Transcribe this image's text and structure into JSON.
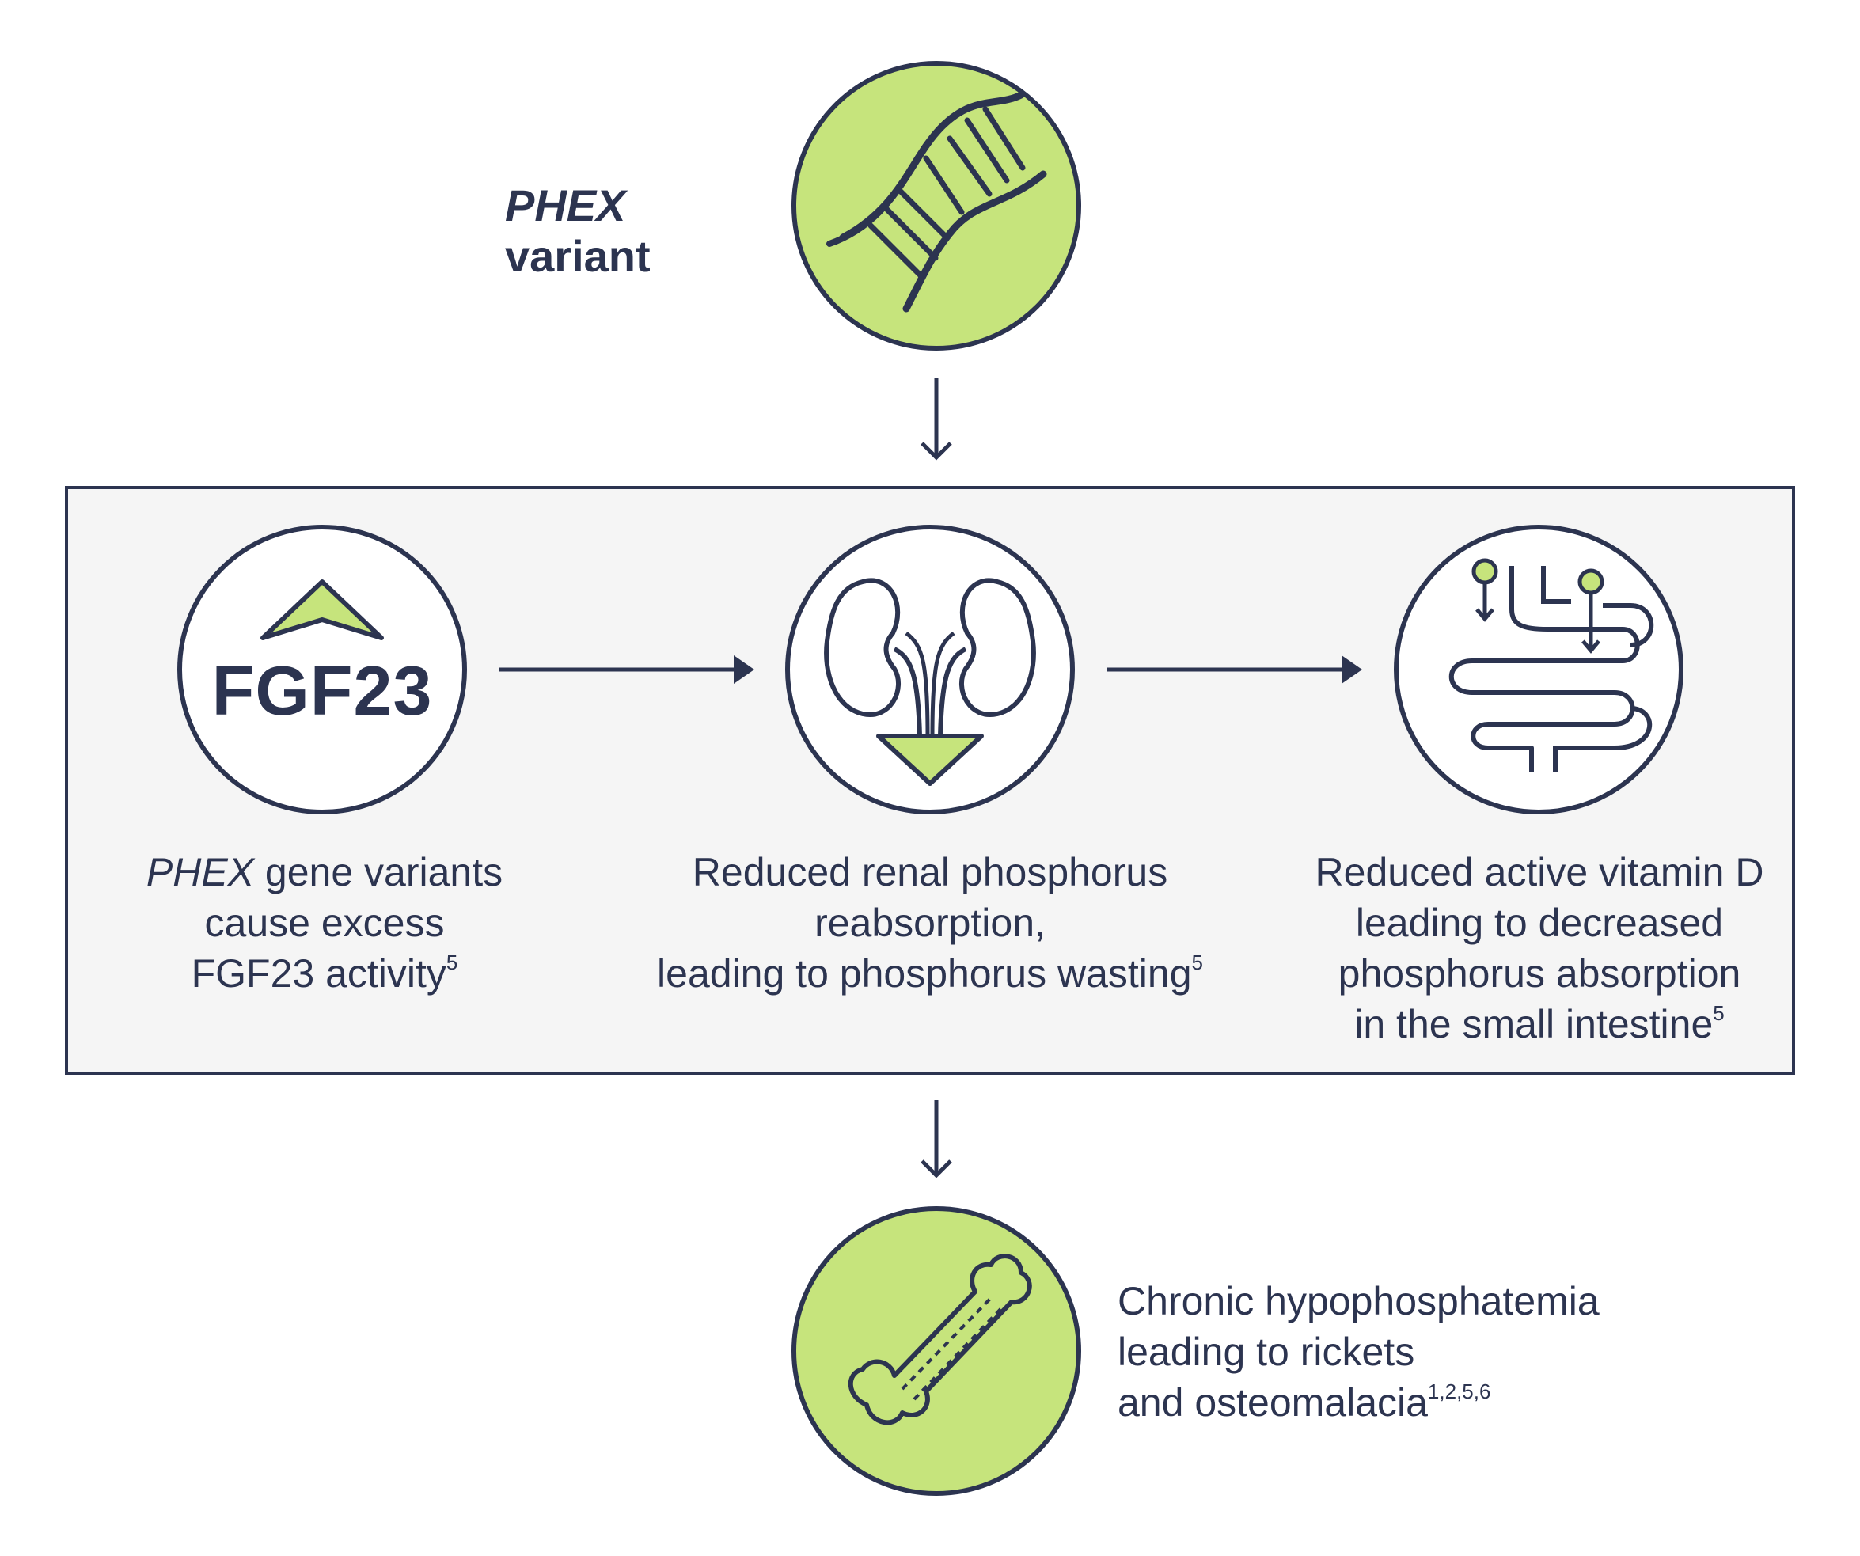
{
  "colors": {
    "navy": "#2c3450",
    "green": "#c6e47c",
    "panel": "#f5f5f5"
  },
  "top": {
    "gene_italic": "PHEX",
    "gene_rest": " variant",
    "icon": "dna-icon"
  },
  "panel": {
    "steps": [
      {
        "icon": "fgf23-up-icon",
        "icon_text": "FGF23",
        "line1_italic": "PHEX",
        "line1_rest": " gene variants",
        "line2": "cause excess",
        "line3": "FGF23 activity",
        "ref": "5"
      },
      {
        "icon": "kidneys-icon",
        "line1": "Reduced renal phosphorus reabsorption,",
        "line2": "leading to phosphorus wasting",
        "ref": "5"
      },
      {
        "icon": "intestine-icon",
        "line1": "Reduced active vitamin D",
        "line2": "leading to decreased",
        "line3": "phosphorus absorption",
        "line4": "in the small intestine",
        "ref": "5"
      }
    ]
  },
  "bottom": {
    "icon": "bone-icon",
    "line1": "Chronic hypophosphatemia",
    "line2": "leading to rickets",
    "line3": "and osteomalacia",
    "ref": "1,2,5,6"
  }
}
